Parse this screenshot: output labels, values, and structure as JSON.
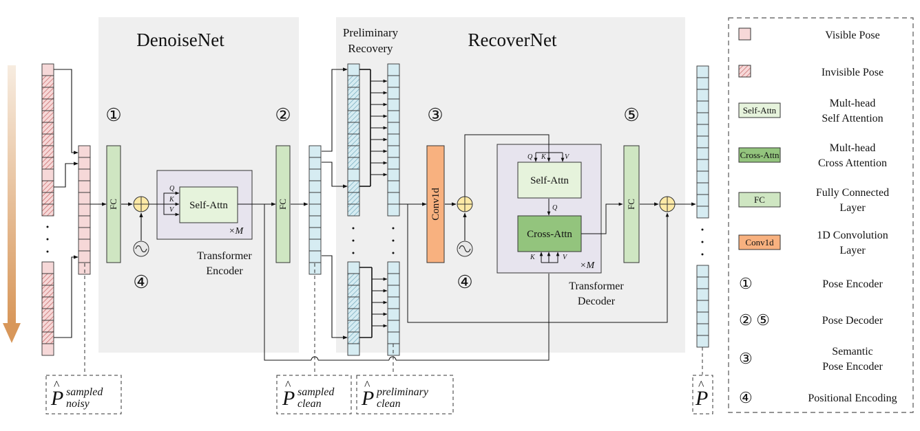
{
  "modules": {
    "denoise_title": "DenoiseNet",
    "recover_title": "RecoverNet",
    "preliminary_line1": "Preliminary",
    "preliminary_line2": "Recovery"
  },
  "blocks": {
    "fc": "FC",
    "self_attn": "Self-Attn",
    "cross_attn": "Cross-Attn",
    "conv1d": "Conv1d",
    "q": "Q",
    "k": "K",
    "v": "V",
    "times_m": "×M"
  },
  "captions": {
    "transformer_encoder_1": "Transformer",
    "transformer_encoder_2": "Encoder",
    "transformer_decoder_1": "Transformer",
    "transformer_decoder_2": "Decoder"
  },
  "markers": {
    "one": "①",
    "two": "②",
    "three": "③",
    "four": "④",
    "five": "⑤"
  },
  "outputs": {
    "p_hat": "P",
    "noisy_sup": "sampled",
    "noisy_sub": "noisy",
    "clean_sup": "sampled",
    "clean_sub": "clean",
    "prelim_sup": "preliminary",
    "prelim_sub": "clean"
  },
  "legend": [
    {
      "key": "Visible Pose",
      "swatch": "visible"
    },
    {
      "key": "Invisible Pose",
      "swatch": "invisible"
    },
    {
      "key": "Mult-head\nSelf Attention",
      "swatch": "self",
      "swatch_label": "Self-Attn"
    },
    {
      "key": "Mult-head\nCross Attention",
      "swatch": "cross",
      "swatch_label": "Cross-Attn"
    },
    {
      "key": "Fully Connected\nLayer",
      "swatch": "fc",
      "swatch_label": "FC"
    },
    {
      "key": "1D Convolution\nLayer",
      "swatch": "conv",
      "swatch_label": "Conv1d"
    },
    {
      "key": "Pose Encoder",
      "swatch": "mark",
      "marks": "①"
    },
    {
      "key": "Pose Decoder",
      "swatch": "mark",
      "marks": "②  ⑤"
    },
    {
      "key": "Semantic\nPose Encoder",
      "swatch": "mark",
      "marks": "③"
    },
    {
      "key": "Positional Encoding",
      "swatch": "mark",
      "marks": "④"
    }
  ],
  "colors": {
    "pink": "#f6d8d8",
    "pink_stroke": "#333333",
    "cyan": "#d6ecf2",
    "fc_green": "#cfe6c2",
    "self_green": "#e6f3dc",
    "cross_green": "#93c47d",
    "conv_orange": "#f8b17f",
    "add_yellow": "#fde9a6",
    "panel_gray": "#efefef",
    "encoder_box": "#e7e4ee",
    "arrow_grad_top": "#f6eadc",
    "arrow_grad_bottom": "#d99a5a"
  }
}
